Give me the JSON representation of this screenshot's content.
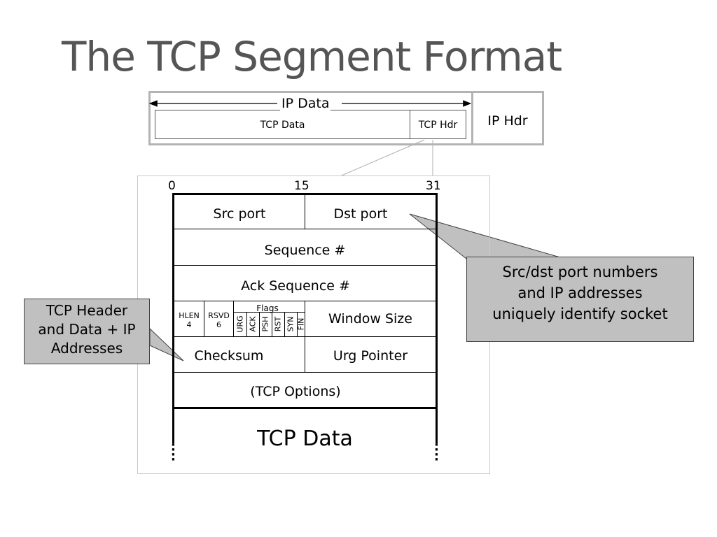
{
  "title": "The TCP Segment Format",
  "ip_strip": {
    "ip_data_label": "IP Data",
    "tcp_data_label": "TCP Data",
    "tcp_hdr_label": "TCP Hdr",
    "ip_hdr_label": "IP Hdr"
  },
  "bits": {
    "start": "0",
    "middle": "15",
    "end": "31"
  },
  "header": {
    "src_port": "Src port",
    "dst_port": "Dst port",
    "sequence": "Sequence #",
    "ack_sequence": "Ack Sequence #",
    "hlen_label": "HLEN",
    "hlen_value": "4",
    "rsvd_label": "RSVD",
    "rsvd_value": "6",
    "flags_label": "Flags",
    "flags": [
      "URG",
      "ACK",
      "PSH",
      "RST",
      "SYN",
      "FIN"
    ],
    "window_size": "Window Size",
    "checksum": "Checksum",
    "urg_pointer": "Urg Pointer",
    "options": "(TCP Options)",
    "tcp_data": "TCP Data"
  },
  "callouts": {
    "left": [
      "TCP Header",
      "and Data + IP",
      "Addresses"
    ],
    "right": [
      "Src/dst port numbers",
      "and IP addresses",
      "uniquely identify socket"
    ]
  },
  "colors": {
    "title": "#555555",
    "callout_fill": "#c0c0c0",
    "strip_border": "#b3b3b3"
  }
}
